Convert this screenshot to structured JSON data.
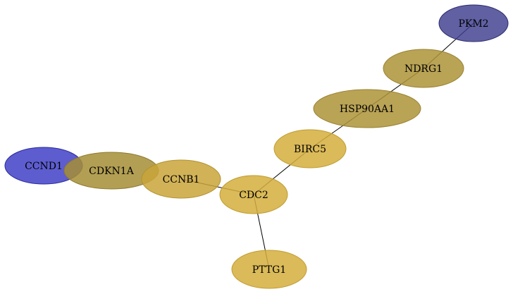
{
  "nodes": [
    {
      "id": "PKM2",
      "label": "PKM2",
      "color": "#3d3d8f"
    },
    {
      "id": "NDRG1",
      "label": "NDRG1",
      "color": "#ad9337"
    },
    {
      "id": "HSP90AA1",
      "label": "HSP90AA1",
      "color": "#ad9337"
    },
    {
      "id": "BIRC5",
      "label": "BIRC5",
      "color": "#d4ae3c"
    },
    {
      "id": "CCND1",
      "label": "CCND1",
      "color": "#3535c4"
    },
    {
      "id": "CDKN1A",
      "label": "CDKN1A",
      "color": "#a68e35"
    },
    {
      "id": "CCNB1",
      "label": "CCNB1",
      "color": "#c9a43a"
    },
    {
      "id": "CDC2",
      "label": "CDC2",
      "color": "#d4ae3c"
    },
    {
      "id": "PTTG1",
      "label": "PTTG1",
      "color": "#d4ae3c"
    }
  ],
  "edges": [
    [
      "PKM2",
      "NDRG1"
    ],
    [
      "NDRG1",
      "HSP90AA1"
    ],
    [
      "HSP90AA1",
      "BIRC5"
    ],
    [
      "BIRC5",
      "CDC2"
    ],
    [
      "CCNB1",
      "CDC2"
    ],
    [
      "CDC2",
      "PTTG1"
    ],
    [
      "CCND1",
      "CDKN1A"
    ],
    [
      "CDKN1A",
      "CCNB1"
    ]
  ]
}
